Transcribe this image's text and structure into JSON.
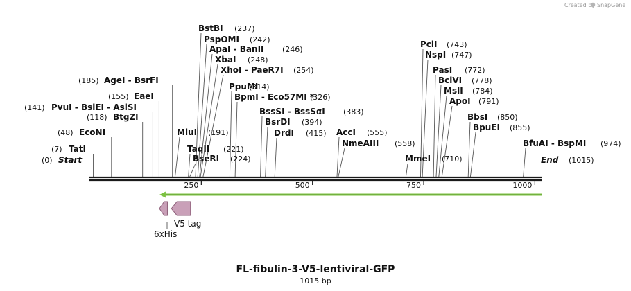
{
  "credit": {
    "text": "Created by",
    "brand": "SnapGene"
  },
  "map": {
    "title": "FL-fibulin-3-V5-lentiviral-GFP",
    "length_label": "1015 bp",
    "length": 1015,
    "start_label": "Start",
    "start_pos": "(0)",
    "end_label": "End",
    "end_pos": "(1015)",
    "ticks": [
      {
        "pos": 250,
        "label": "250"
      },
      {
        "pos": 500,
        "label": "500"
      },
      {
        "pos": 750,
        "label": "750"
      },
      {
        "pos": 1000,
        "label": "1000"
      }
    ],
    "colors": {
      "backbone": "#1a1a1a",
      "arrow": "#7cc242",
      "feature": "#c9a0b8",
      "feature_stroke": "#8c5d78"
    }
  },
  "sites": [
    {
      "text": "TatI",
      "pos": "(7)",
      "at": 7
    },
    {
      "text": "EcoNI",
      "pos": "(48)",
      "at": 48
    },
    {
      "text": "BtgZI",
      "pos": "(118)",
      "at": 118
    },
    {
      "text": "PvuI - BsiEI - AsiSI",
      "pos": "(141)",
      "at": 141
    },
    {
      "text": "EaeI",
      "pos": "(155)",
      "at": 155
    },
    {
      "text": "AgeI - BsrFI",
      "pos": "(185)",
      "at": 185
    },
    {
      "text": "MluI",
      "pos": "(191)",
      "at": 191
    },
    {
      "text": "TaqII",
      "pos": "(221)",
      "at": 221
    },
    {
      "text": "BseRI",
      "pos": "(224)",
      "at": 224
    },
    {
      "text": "BstBI",
      "pos": "(237)",
      "at": 237
    },
    {
      "text": "PspOMI",
      "pos": "(242)",
      "at": 242
    },
    {
      "text": "ApaI - BanII",
      "pos": "(246)",
      "at": 246
    },
    {
      "text": "XbaI",
      "pos": "(248)",
      "at": 248
    },
    {
      "text": "XhoI - PaeR7I",
      "pos": "(254)",
      "at": 254
    },
    {
      "text": "PpuMI",
      "pos": "(314)",
      "at": 314
    },
    {
      "text": "BpmI - Eco57MI *",
      "pos": "(326)",
      "at": 326
    },
    {
      "text": "BssSI - BssSαI",
      "pos": "(383)",
      "at": 383
    },
    {
      "text": "BsrDI",
      "pos": "(394)",
      "at": 394
    },
    {
      "text": "DrdI",
      "pos": "(415)",
      "at": 415
    },
    {
      "text": "AccI",
      "pos": "(555)",
      "at": 555
    },
    {
      "text": "NmeAIII",
      "pos": "(558)",
      "at": 558
    },
    {
      "text": "MmeI",
      "pos": "(710)",
      "at": 710
    },
    {
      "text": "PciI",
      "pos": "(743)",
      "at": 743
    },
    {
      "text": "NspI",
      "pos": "(747)",
      "at": 747
    },
    {
      "text": "PasI",
      "pos": "(772)",
      "at": 772
    },
    {
      "text": "BciVI",
      "pos": "(778)",
      "at": 778
    },
    {
      "text": "MslI",
      "pos": "(784)",
      "at": 784
    },
    {
      "text": "ApoI",
      "pos": "(791)",
      "at": 791
    },
    {
      "text": "BbsI",
      "pos": "(850)",
      "at": 850
    },
    {
      "text": "BpuEI",
      "pos": "(855)",
      "at": 855
    },
    {
      "text": "BfuAI - BspMI",
      "pos": "(974)",
      "at": 974
    }
  ],
  "features": [
    {
      "name": "6xHis",
      "start": 162,
      "end": 180,
      "direction": "reverse"
    },
    {
      "name": "V5 tag",
      "start": 189,
      "end": 232,
      "direction": "reverse"
    }
  ],
  "orf": {
    "start": 162,
    "end": 1015,
    "direction": "reverse"
  }
}
